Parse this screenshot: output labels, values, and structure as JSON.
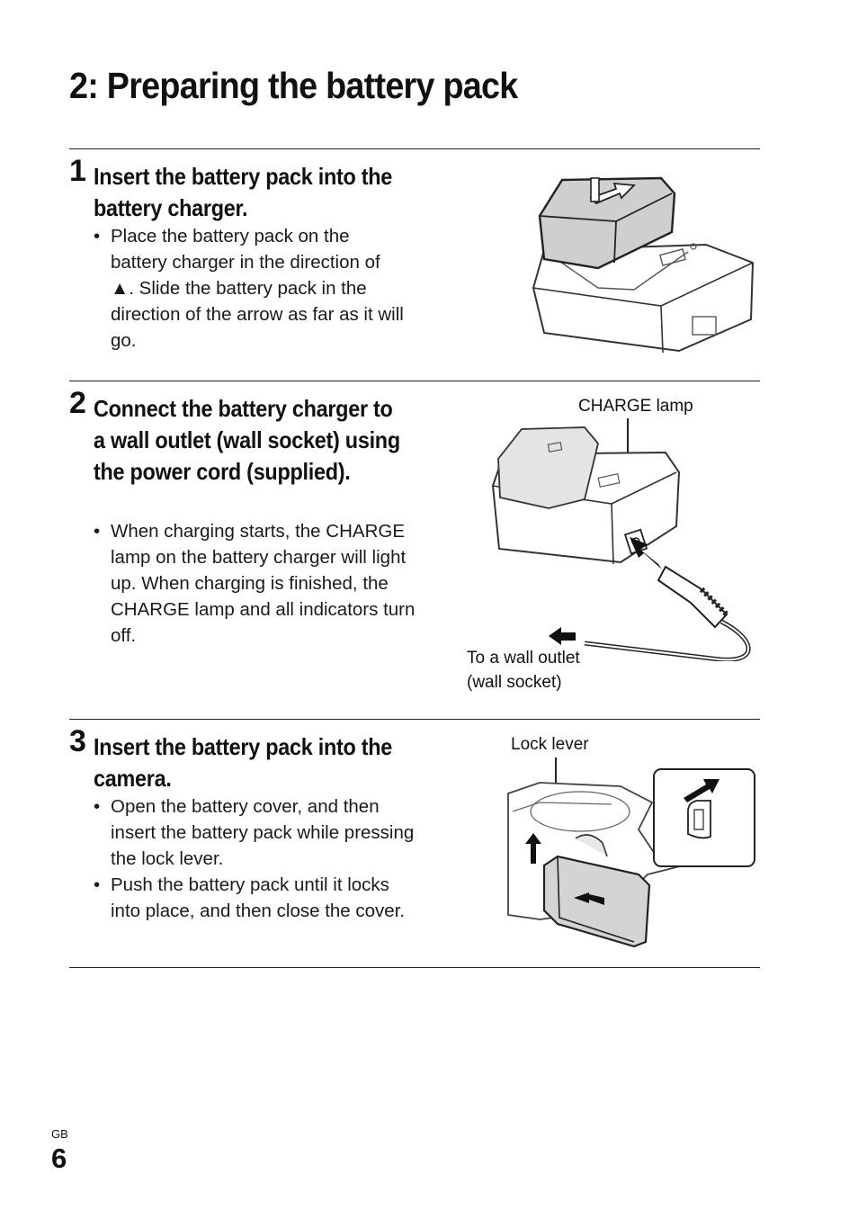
{
  "page": {
    "title": "2: Preparing the battery pack",
    "lang_code": "GB",
    "page_number": "6"
  },
  "steps": [
    {
      "number": "1",
      "heading": "Insert the battery pack into the battery charger.",
      "bullets": [
        "Place the battery pack on the battery charger in the direction of ▲. Slide the battery pack in the direction of the arrow as far as it will go."
      ]
    },
    {
      "number": "2",
      "heading": "Connect the battery charger to a wall outlet (wall socket) using the power cord (supplied).",
      "bullets": [
        "When charging starts, the CHARGE lamp on the battery charger will light up. When charging is finished, the CHARGE lamp and all indicators turn off."
      ],
      "callouts": {
        "charge_lamp": "CHARGE lamp",
        "wall_outlet_line1": "To a wall outlet",
        "wall_outlet_line2": "(wall socket)"
      }
    },
    {
      "number": "3",
      "heading": "Insert the battery pack into the camera.",
      "bullets": [
        "Open the battery cover, and then insert the battery pack while pressing the lock lever.",
        "Push the battery pack until it locks into place, and then close the cover."
      ],
      "callouts": {
        "lock_lever": "Lock lever"
      }
    }
  ]
}
